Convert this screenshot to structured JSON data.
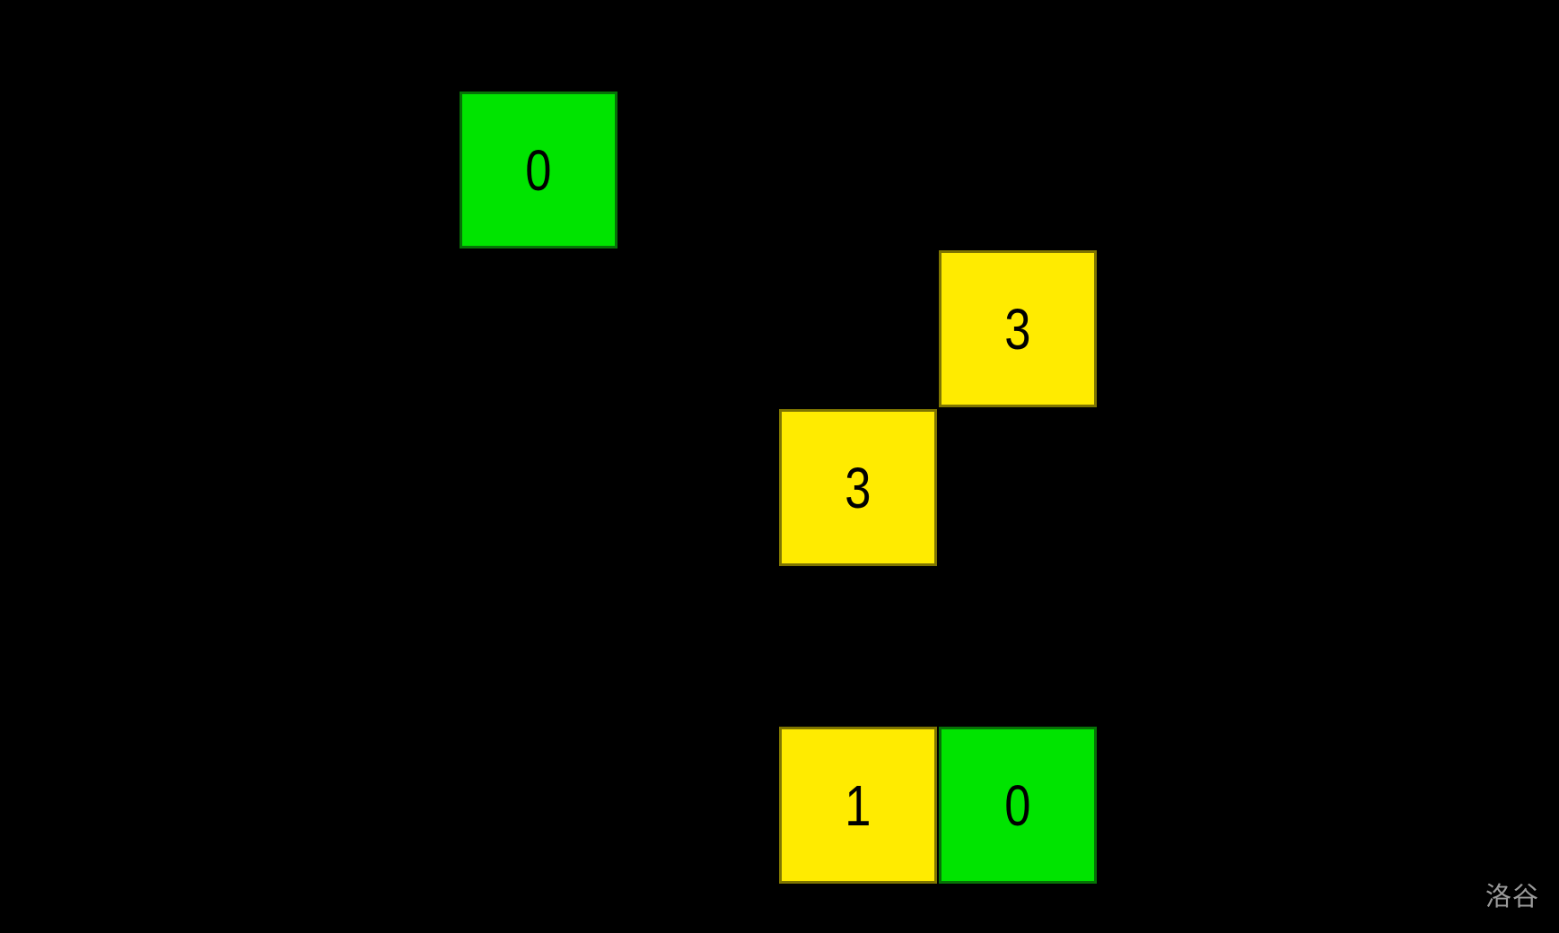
{
  "board": {
    "cells": [
      {
        "row": 0,
        "col": 0,
        "value": "0",
        "state": "safe"
      },
      {
        "row": 1,
        "col": 3,
        "value": "3",
        "state": "number"
      },
      {
        "row": 2,
        "col": 2,
        "value": "3",
        "state": "number"
      },
      {
        "row": 4,
        "col": 2,
        "value": "1",
        "state": "number"
      },
      {
        "row": 4,
        "col": 3,
        "value": "0",
        "state": "safe"
      }
    ]
  },
  "colors": {
    "background": "#000000",
    "digit": "#000000",
    "watermark": "#9B9B9B",
    "safe": {
      "fill": "#00E400",
      "border": "#077207"
    },
    "number": {
      "fill": "#FFEB00",
      "border": "#7F7500"
    }
  },
  "watermark": {
    "text": "洛谷"
  }
}
